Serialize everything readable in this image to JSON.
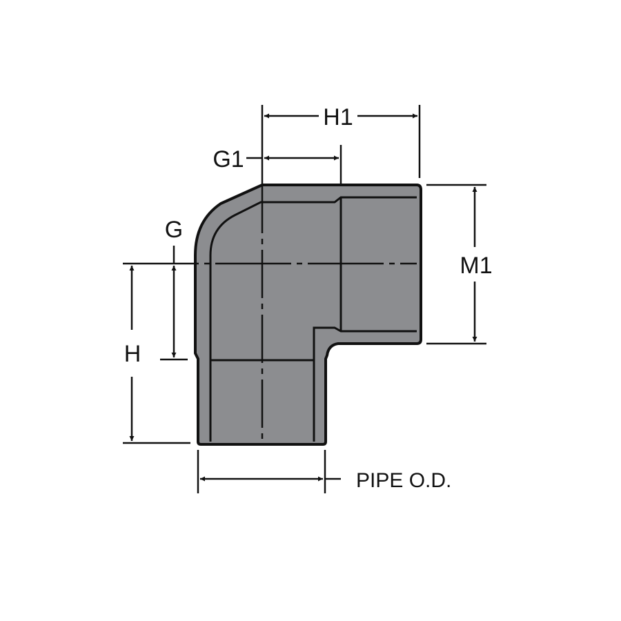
{
  "diagram": {
    "title": "90 degree elbow fitting dimension drawing",
    "colors": {
      "fitting_fill": "#8c8d90",
      "outline": "#111111",
      "background": "#ffffff"
    },
    "labels": {
      "h1": "H1",
      "g1": "G1",
      "g": "G",
      "h": "H",
      "m1": "M1",
      "pipe_od": "PIPE O.D."
    }
  }
}
